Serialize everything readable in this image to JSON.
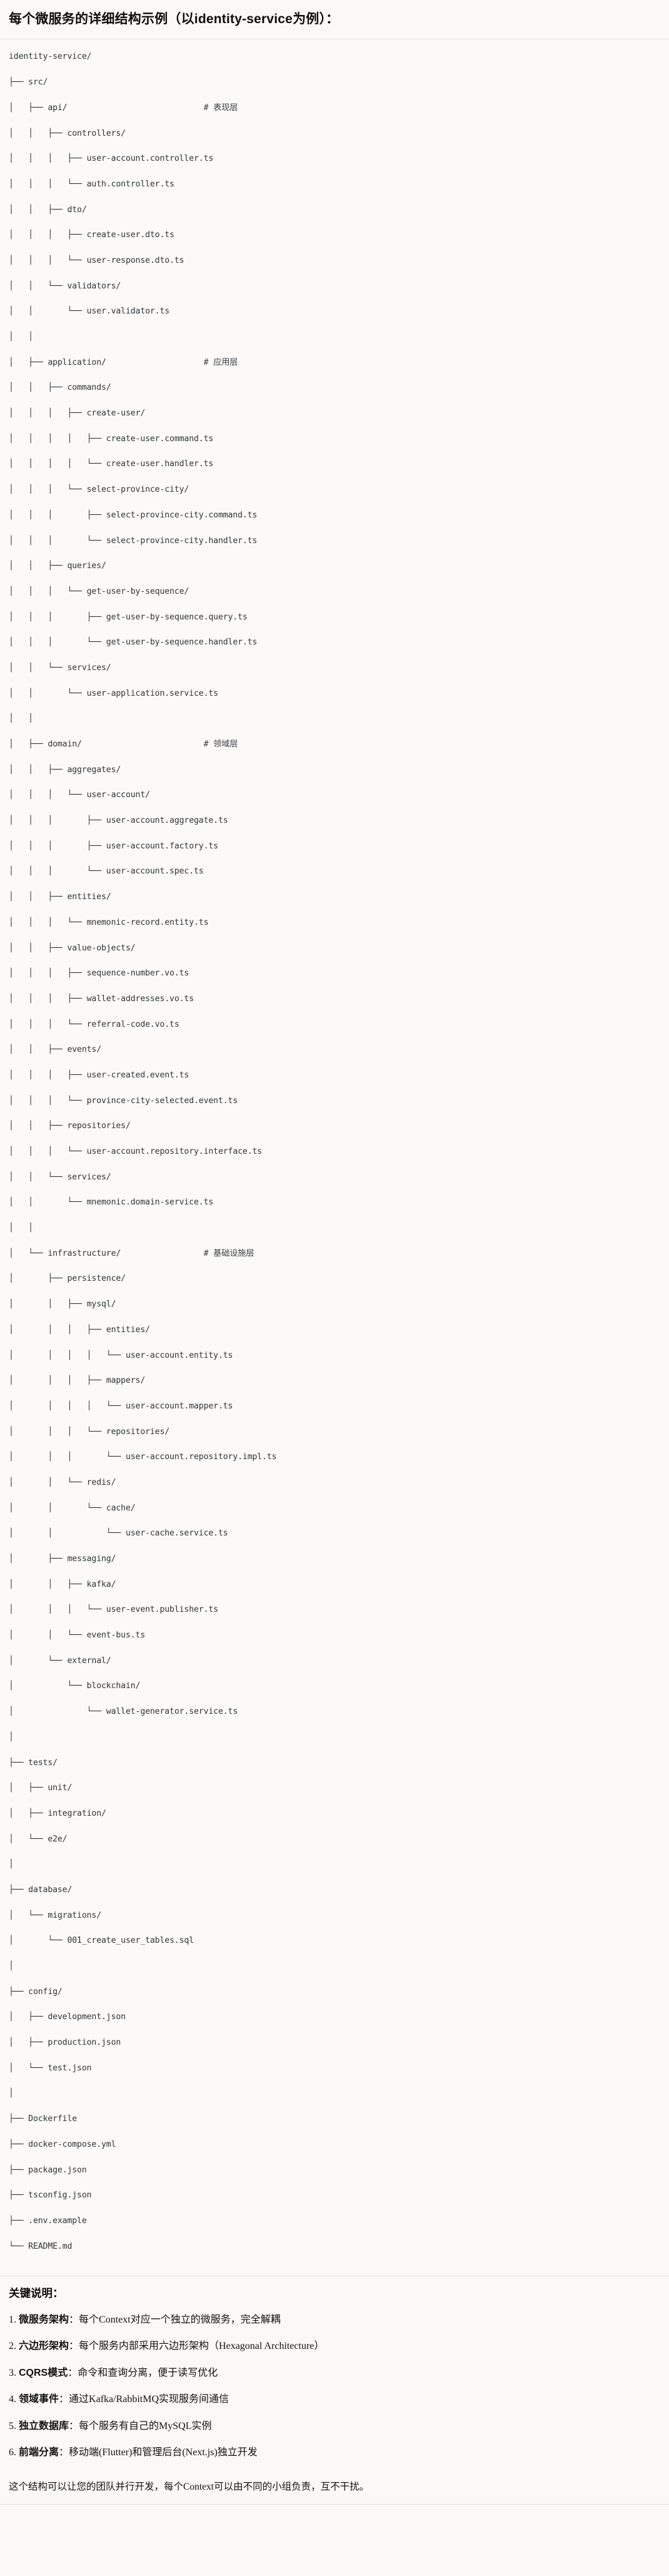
{
  "heading": "每个微服务的详细结构示例（以identity-service为例）：",
  "tree": {
    "root": "identity-service/",
    "lines": [
      {
        "text": "identity-service/",
        "comment": ""
      },
      {
        "text": "├── src/",
        "comment": ""
      },
      {
        "text": "│   ├── api/",
        "comment": "# 表现层"
      },
      {
        "text": "│   │   ├── controllers/",
        "comment": ""
      },
      {
        "text": "│   │   │   ├── user-account.controller.ts",
        "comment": ""
      },
      {
        "text": "│   │   │   └── auth.controller.ts",
        "comment": ""
      },
      {
        "text": "│   │   ├── dto/",
        "comment": ""
      },
      {
        "text": "│   │   │   ├── create-user.dto.ts",
        "comment": ""
      },
      {
        "text": "│   │   │   └── user-response.dto.ts",
        "comment": ""
      },
      {
        "text": "│   │   └── validators/",
        "comment": ""
      },
      {
        "text": "│   │       └── user.validator.ts",
        "comment": ""
      },
      {
        "text": "│   │",
        "comment": ""
      },
      {
        "text": "│   ├── application/",
        "comment": "# 应用层"
      },
      {
        "text": "│   │   ├── commands/",
        "comment": ""
      },
      {
        "text": "│   │   │   ├── create-user/",
        "comment": ""
      },
      {
        "text": "│   │   │   │   ├── create-user.command.ts",
        "comment": ""
      },
      {
        "text": "│   │   │   │   └── create-user.handler.ts",
        "comment": ""
      },
      {
        "text": "│   │   │   └── select-province-city/",
        "comment": ""
      },
      {
        "text": "│   │   │       ├── select-province-city.command.ts",
        "comment": ""
      },
      {
        "text": "│   │   │       └── select-province-city.handler.ts",
        "comment": ""
      },
      {
        "text": "│   │   ├── queries/",
        "comment": ""
      },
      {
        "text": "│   │   │   └── get-user-by-sequence/",
        "comment": ""
      },
      {
        "text": "│   │   │       ├── get-user-by-sequence.query.ts",
        "comment": ""
      },
      {
        "text": "│   │   │       └── get-user-by-sequence.handler.ts",
        "comment": ""
      },
      {
        "text": "│   │   └── services/",
        "comment": ""
      },
      {
        "text": "│   │       └── user-application.service.ts",
        "comment": ""
      },
      {
        "text": "│   │",
        "comment": ""
      },
      {
        "text": "│   ├── domain/",
        "comment": "# 领域层"
      },
      {
        "text": "│   │   ├── aggregates/",
        "comment": ""
      },
      {
        "text": "│   │   │   └── user-account/",
        "comment": ""
      },
      {
        "text": "│   │   │       ├── user-account.aggregate.ts",
        "comment": ""
      },
      {
        "text": "│   │   │       ├── user-account.factory.ts",
        "comment": ""
      },
      {
        "text": "│   │   │       └── user-account.spec.ts",
        "comment": ""
      },
      {
        "text": "│   │   ├── entities/",
        "comment": ""
      },
      {
        "text": "│   │   │   └── mnemonic-record.entity.ts",
        "comment": ""
      },
      {
        "text": "│   │   ├── value-objects/",
        "comment": ""
      },
      {
        "text": "│   │   │   ├── sequence-number.vo.ts",
        "comment": ""
      },
      {
        "text": "│   │   │   ├── wallet-addresses.vo.ts",
        "comment": ""
      },
      {
        "text": "│   │   │   └── referral-code.vo.ts",
        "comment": ""
      },
      {
        "text": "│   │   ├── events/",
        "comment": ""
      },
      {
        "text": "│   │   │   ├── user-created.event.ts",
        "comment": ""
      },
      {
        "text": "│   │   │   └── province-city-selected.event.ts",
        "comment": ""
      },
      {
        "text": "│   │   ├── repositories/",
        "comment": ""
      },
      {
        "text": "│   │   │   └── user-account.repository.interface.ts",
        "comment": ""
      },
      {
        "text": "│   │   └── services/",
        "comment": ""
      },
      {
        "text": "│   │       └── mnemonic.domain-service.ts",
        "comment": ""
      },
      {
        "text": "│   │",
        "comment": ""
      },
      {
        "text": "│   └── infrastructure/",
        "comment": "# 基础设施层"
      },
      {
        "text": "│       ├── persistence/",
        "comment": ""
      },
      {
        "text": "│       │   ├── mysql/",
        "comment": ""
      },
      {
        "text": "│       │   │   ├── entities/",
        "comment": ""
      },
      {
        "text": "│       │   │   │   └── user-account.entity.ts",
        "comment": ""
      },
      {
        "text": "│       │   │   ├── mappers/",
        "comment": ""
      },
      {
        "text": "│       │   │   │   └── user-account.mapper.ts",
        "comment": ""
      },
      {
        "text": "│       │   │   └── repositories/",
        "comment": ""
      },
      {
        "text": "│       │   │       └── user-account.repository.impl.ts",
        "comment": ""
      },
      {
        "text": "│       │   └── redis/",
        "comment": ""
      },
      {
        "text": "│       │       └── cache/",
        "comment": ""
      },
      {
        "text": "│       │           └── user-cache.service.ts",
        "comment": ""
      },
      {
        "text": "│       ├── messaging/",
        "comment": ""
      },
      {
        "text": "│       │   ├── kafka/",
        "comment": ""
      },
      {
        "text": "│       │   │   └── user-event.publisher.ts",
        "comment": ""
      },
      {
        "text": "│       │   └── event-bus.ts",
        "comment": ""
      },
      {
        "text": "│       └── external/",
        "comment": ""
      },
      {
        "text": "│           └── blockchain/",
        "comment": ""
      },
      {
        "text": "│               └── wallet-generator.service.ts",
        "comment": ""
      },
      {
        "text": "│",
        "comment": ""
      },
      {
        "text": "├── tests/",
        "comment": ""
      },
      {
        "text": "│   ├── unit/",
        "comment": ""
      },
      {
        "text": "│   ├── integration/",
        "comment": ""
      },
      {
        "text": "│   └── e2e/",
        "comment": ""
      },
      {
        "text": "│",
        "comment": ""
      },
      {
        "text": "├── database/",
        "comment": ""
      },
      {
        "text": "│   └── migrations/",
        "comment": ""
      },
      {
        "text": "│       └── 001_create_user_tables.sql",
        "comment": ""
      },
      {
        "text": "│",
        "comment": ""
      },
      {
        "text": "├── config/",
        "comment": ""
      },
      {
        "text": "│   ├── development.json",
        "comment": ""
      },
      {
        "text": "│   ├── production.json",
        "comment": ""
      },
      {
        "text": "│   └── test.json",
        "comment": ""
      },
      {
        "text": "│",
        "comment": ""
      },
      {
        "text": "├── Dockerfile",
        "comment": ""
      },
      {
        "text": "├── docker-compose.yml",
        "comment": ""
      },
      {
        "text": "├── package.json",
        "comment": ""
      },
      {
        "text": "├── tsconfig.json",
        "comment": ""
      },
      {
        "text": "├── .env.example",
        "comment": ""
      },
      {
        "text": "└── README.md",
        "comment": ""
      }
    ],
    "comment_column": 40
  },
  "notes": {
    "title": "关键说明：",
    "items": [
      {
        "term": "微服务架构",
        "sep": "：",
        "desc": "每个Context对应一个独立的微服务，完全解耦"
      },
      {
        "term": "六边形架构",
        "sep": "：",
        "desc": "每个服务内部采用六边形架构（Hexagonal Architecture）"
      },
      {
        "term": "CQRS模式",
        "sep": "：",
        "desc": "命令和查询分离，便于读写优化"
      },
      {
        "term": "领域事件",
        "sep": "：",
        "desc": "通过Kafka/RabbitMQ实现服务间通信"
      },
      {
        "term": "独立数据库",
        "sep": "：",
        "desc": "每个服务有自己的MySQL实例"
      },
      {
        "term": "前端分离",
        "sep": "：",
        "desc": "移动端(Flutter)和管理后台(Next.js)独立开发"
      }
    ],
    "closing": "这个结构可以让您的团队并行开发，每个Context可以由不同的小组负责，互不干扰。"
  },
  "colors": {
    "background": "#faf9f7",
    "code_background": "#fbfaf8",
    "text": "#1a1a1a",
    "code_text": "#2f3337",
    "rule": "#e3e0db"
  }
}
